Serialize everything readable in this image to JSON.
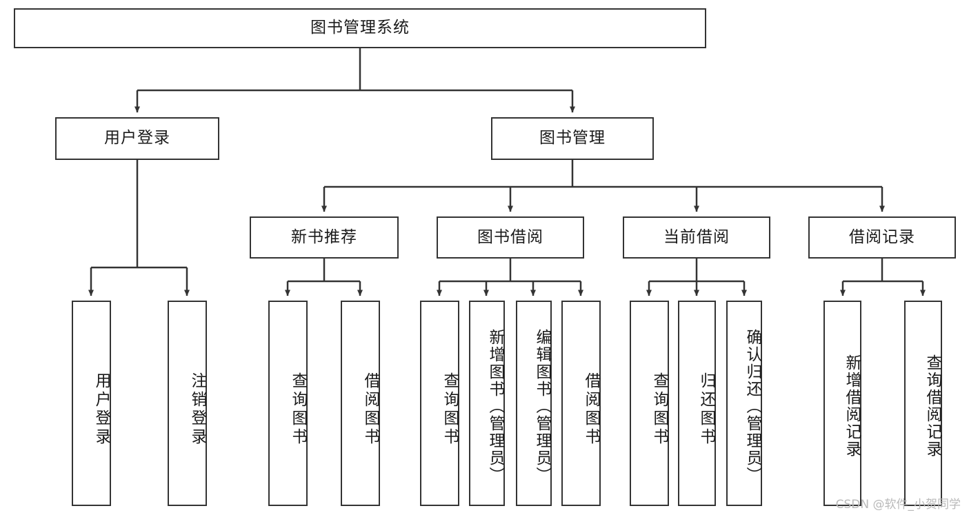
{
  "diagram": {
    "title": "图书管理系统",
    "type": "tree-hierarchy-diagram",
    "root": {
      "id": "root",
      "label": "图书管理系统"
    },
    "level2": [
      {
        "id": "user-login",
        "label": "用户登录"
      },
      {
        "id": "book-manage",
        "label": "图书管理"
      }
    ],
    "level3": [
      {
        "id": "new-book-rec",
        "label": "新书推荐",
        "parent": "book-manage"
      },
      {
        "id": "book-borrow",
        "label": "图书借阅",
        "parent": "book-manage"
      },
      {
        "id": "current-borrow",
        "label": "当前借阅",
        "parent": "book-manage"
      },
      {
        "id": "borrow-record",
        "label": "借阅记录",
        "parent": "book-manage"
      }
    ],
    "leaves": [
      {
        "id": "leaf-user-login",
        "label": "用户登录",
        "parent": "user-login"
      },
      {
        "id": "leaf-user-logout",
        "label": "注销登录",
        "parent": "user-login"
      },
      {
        "id": "leaf-rec-query",
        "label": "查询图书",
        "parent": "new-book-rec"
      },
      {
        "id": "leaf-rec-borrow",
        "label": "借阅图书",
        "parent": "new-book-rec"
      },
      {
        "id": "leaf-borrow-query",
        "label": "查询图书",
        "parent": "book-borrow"
      },
      {
        "id": "leaf-borrow-add",
        "label": "新增图书（管理员）",
        "parent": "book-borrow"
      },
      {
        "id": "leaf-borrow-edit",
        "label": "编辑图书（管理员）",
        "parent": "book-borrow"
      },
      {
        "id": "leaf-borrow-lend",
        "label": "借阅图书",
        "parent": "book-borrow"
      },
      {
        "id": "leaf-cur-query",
        "label": "查询图书",
        "parent": "current-borrow"
      },
      {
        "id": "leaf-cur-return",
        "label": "归还图书",
        "parent": "current-borrow"
      },
      {
        "id": "leaf-cur-confirm",
        "label": "确认归还（管理员）",
        "parent": "current-borrow"
      },
      {
        "id": "leaf-rec-add",
        "label": "新增借阅记录",
        "parent": "borrow-record"
      },
      {
        "id": "leaf-rec-query2",
        "label": "查询借阅记录",
        "parent": "borrow-record"
      }
    ],
    "watermark": "CSDN @软件_小贺同学",
    "colors": {
      "stroke": "#333333",
      "text": "#1a1a1a",
      "background": "#ffffff",
      "watermark": "#b9b9b9"
    }
  }
}
